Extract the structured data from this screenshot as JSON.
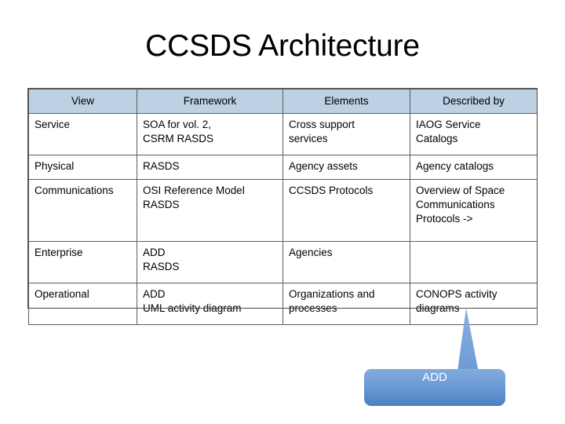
{
  "slide": {
    "title": "CCSDS Architecture",
    "background_color": "#ffffff"
  },
  "table": {
    "header_fill": "#bdd0e4",
    "border_color": "#5d5d5d",
    "columns": [
      "View",
      "Framework",
      "Elements",
      "Described by"
    ],
    "rows": [
      {
        "view": "Service",
        "framework_line1": "SOA for vol. 2,",
        "framework_line2": "CSRM RASDS",
        "framework_line3": "",
        "elements_line1": "Cross support",
        "elements_line2": "services",
        "elements_line3": "",
        "described_line1": "IAOG Service",
        "described_line2": "Catalogs",
        "described_line3": "",
        "described_line4": ""
      },
      {
        "view": "Physical",
        "framework_line1": "RASDS",
        "framework_line2": "",
        "framework_line3": "",
        "elements_line1": "Agency assets",
        "elements_line2": "",
        "elements_line3": "",
        "described_line1": "Agency catalogs",
        "described_line2": "",
        "described_line3": "",
        "described_line4": ""
      },
      {
        "view": "Communications",
        "framework_line1": "OSI Reference Model",
        "framework_line2": "RASDS",
        "framework_line3": "",
        "elements_line1": "CCSDS Protocols",
        "elements_line2": "",
        "elements_line3": "",
        "described_line1": "Overview of Space",
        "described_line2": "Communications",
        "described_line3": "Protocols ->",
        "described_line4": ""
      },
      {
        "view": "Enterprise",
        "framework_line1": "ADD",
        "framework_line2": "RASDS",
        "framework_line3": "",
        "elements_line1": "Agencies",
        "elements_line2": "",
        "elements_line3": "",
        "described_line1": "",
        "described_line2": "",
        "described_line3": "",
        "described_line4": ""
      },
      {
        "view": "Operational",
        "framework_line1": "ADD",
        "framework_line2": "UML activity diagram",
        "framework_line3": "",
        "elements_line1": "Organizations and",
        "elements_line2": "processes",
        "elements_line3": "",
        "described_line1": "CONOPS activity",
        "described_line2": "diagrams",
        "described_line3": "",
        "described_line4": ""
      }
    ]
  },
  "callout": {
    "label": "ADD",
    "fill_top": "#7aa6dc",
    "fill_bottom": "#4a7fc1",
    "text_color": "#ffffff"
  }
}
